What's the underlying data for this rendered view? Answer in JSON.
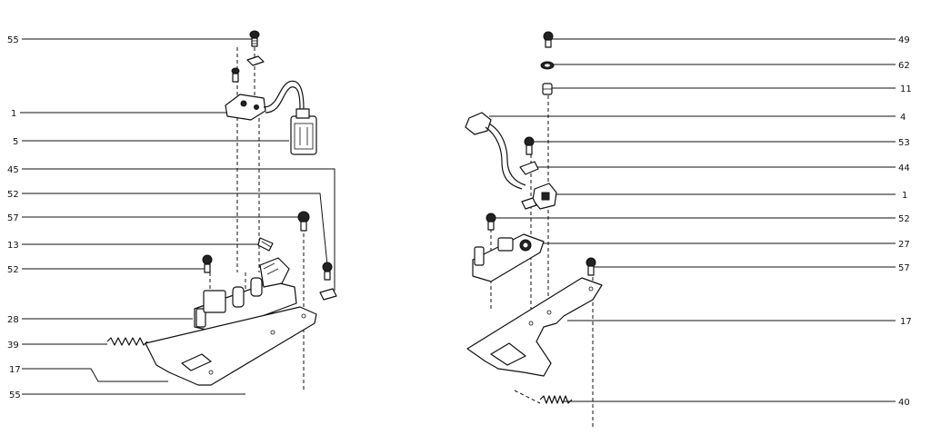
{
  "left_labels": [
    "55",
    "1",
    "5",
    "45",
    "52",
    "57",
    "13",
    "52",
    "28",
    "39",
    "17",
    "55"
  ],
  "right_labels": [
    "49",
    "62",
    "11",
    "4",
    "53",
    "44",
    "1",
    "52",
    "27",
    "57",
    "17",
    "40"
  ]
}
